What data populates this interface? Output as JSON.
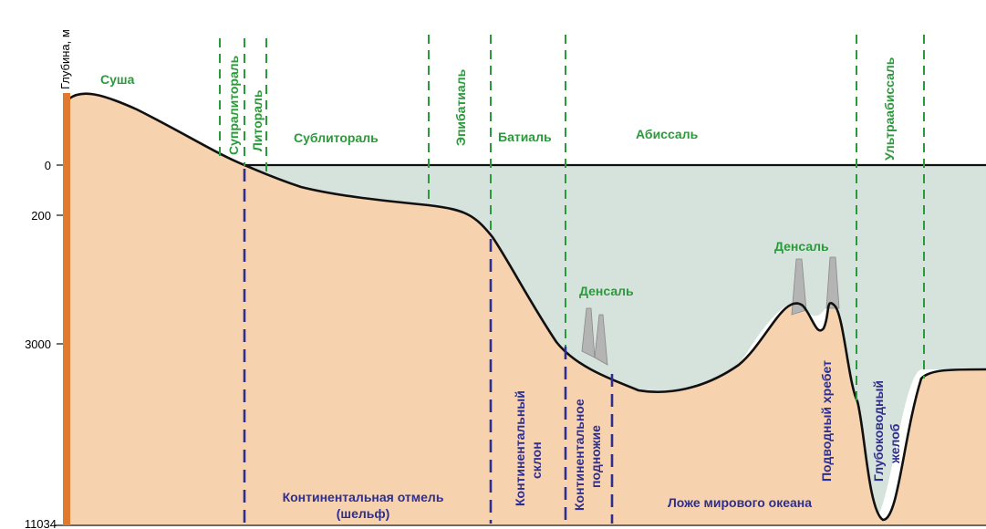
{
  "axis": {
    "title": "Глубина, м",
    "ticks": [
      "0",
      "200",
      "3000",
      "11034"
    ]
  },
  "zones": {
    "land": "Суша",
    "supralittoral": "Супралитораль",
    "littoral": "Литораль",
    "sublittoral": "Сублитораль",
    "epibathyal": "Эпибатиаль",
    "bathyal": "Батиаль",
    "abyssal": "Абиссаль",
    "densal_1": "Денсаль",
    "densal_2": "Денсаль",
    "ultraabyssal": "Ультраабиссаль"
  },
  "relief": {
    "shelf_line1": "Континентальная отмель",
    "shelf_line2": "(шельф)",
    "slope_line1": "Континентальный",
    "slope_line2": "склон",
    "rise_line1": "Континентальное",
    "rise_line2": "подножие",
    "ocean_floor": "Ложе мирового океана",
    "ridge": "Подводный хребет",
    "trench_line1": "Глубоководный",
    "trench_line2": "желоб"
  },
  "colors": {
    "land": "#f6d2ae",
    "water": "#d6e3dc",
    "scale_bar": "#e07a2e",
    "green_lines": "#2a9a3a",
    "blue_lines": "#2e2e8f",
    "seamounts": "#b4b4b4"
  }
}
